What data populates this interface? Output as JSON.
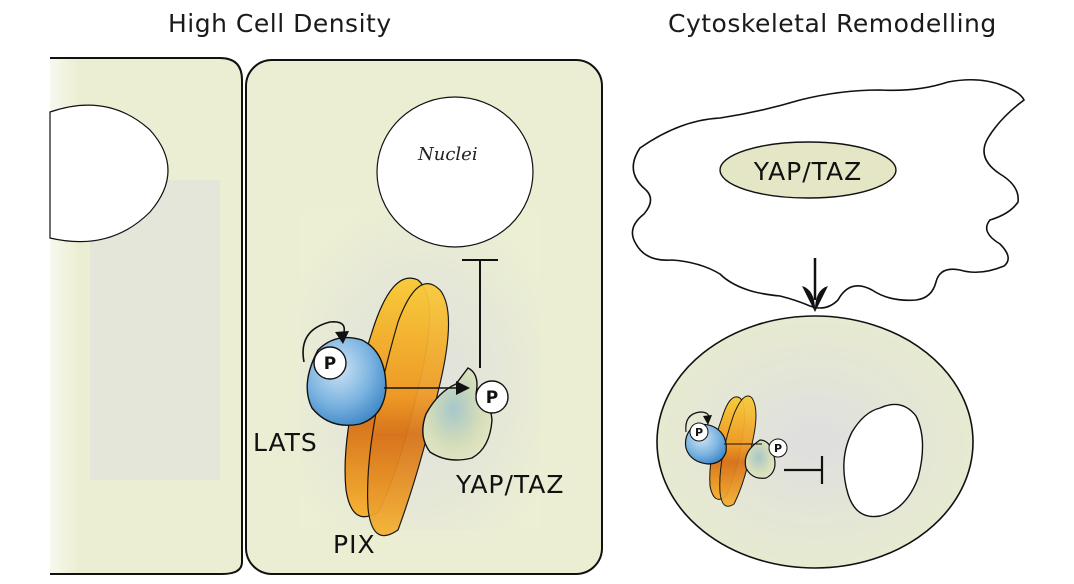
{
  "panels": {
    "left_title": "High Cell Density",
    "right_title": "Cytoskeletal Remodelling"
  },
  "labels": {
    "nuclei": "Nuclei",
    "lats": "LATS",
    "pix": "PIX",
    "yap_taz_cell": "YAP/TAZ",
    "yap_taz_nucleus": "YAP/TAZ",
    "phospho_large_1": "P",
    "phospho_large_2": "P",
    "phospho_small_1": "P",
    "phospho_small_2": "P"
  },
  "colors": {
    "cell_fill": "#ecefd2",
    "cell_inner": "#e2e3dc",
    "lats_blue": "#5f9fd3",
    "pix_orange": "#f0a42a",
    "yap_green": "#d3ddb8",
    "outline": "#111111"
  }
}
